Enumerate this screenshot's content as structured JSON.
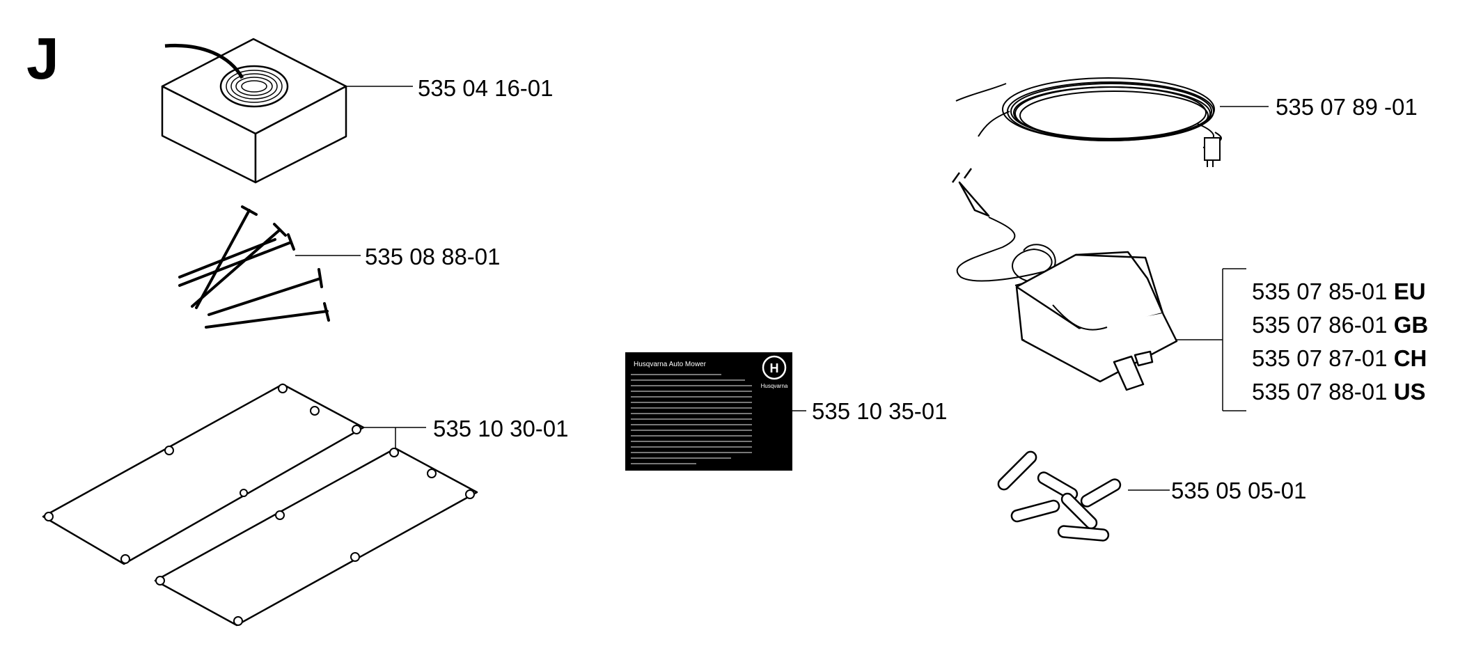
{
  "section_letter": "J",
  "parts": {
    "wire_spool": "535 04 16-01",
    "pegs": "535 08 88-01",
    "plates": "535 10 30-01",
    "manual_card": "535 10 35-01",
    "extension_cable": "535 07 89 -01",
    "connectors": "535 05 05-01"
  },
  "transformer_variants": [
    {
      "number": "535 07 85-01",
      "code": "EU"
    },
    {
      "number": "535 07 86-01",
      "code": "GB"
    },
    {
      "number": "535 07 87-01",
      "code": "CH"
    },
    {
      "number": "535 07 88-01",
      "code": "US"
    }
  ],
  "card": {
    "title": "Husqvarna Auto Mower",
    "logo_text": "Husqvarna",
    "logo_letter": "H"
  }
}
